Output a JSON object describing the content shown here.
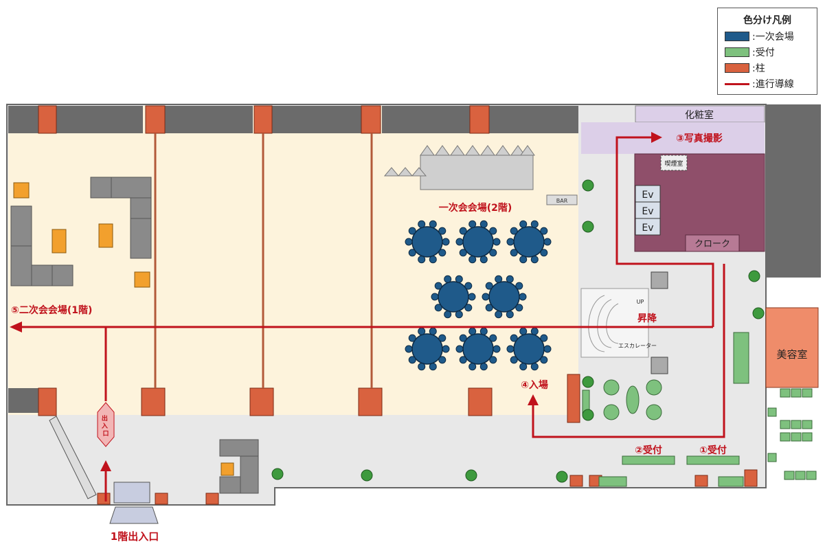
{
  "legend": {
    "title": "色分け凡例",
    "items": [
      {
        "label": ":一次会場",
        "color": "#1f5a8a",
        "kind": "swatch"
      },
      {
        "label": ":受付",
        "color": "#7ec17e",
        "kind": "swatch"
      },
      {
        "label": ":柱",
        "color": "#d9623f",
        "kind": "swatch"
      },
      {
        "label": ":進行導線",
        "color": "#c0121c",
        "kind": "line"
      }
    ]
  },
  "labels": {
    "makeup_room": "化粧室",
    "photo": "③写真撮影",
    "smoking": "喫煙室",
    "ev": [
      "Ev",
      "Ev",
      "Ev"
    ],
    "cloak": "クローク",
    "main_hall": "一次会会場(2階)",
    "second_party": "⑤二次会会場(1階)",
    "escalator_updown": "昇降",
    "escalator": "エスカレーター",
    "up": "UP",
    "beauty": "美容室",
    "entrance_hall": "④入場",
    "reception2": "②受付",
    "reception1": "①受付",
    "exit_door": "出入口",
    "first_floor_entrance": "1階出入口",
    "bar": "BAR"
  },
  "colors": {
    "main_hall": "#1f5a8a",
    "reception": "#7ec17e",
    "pillar": "#d9623f",
    "route": "#c0121c",
    "floor": "#fdf3dc",
    "corridor": "#e8e8e8",
    "makeup": "#dccfe8",
    "cloak_room": "#8f4f6a",
    "beauty": "#ef8c6a"
  }
}
